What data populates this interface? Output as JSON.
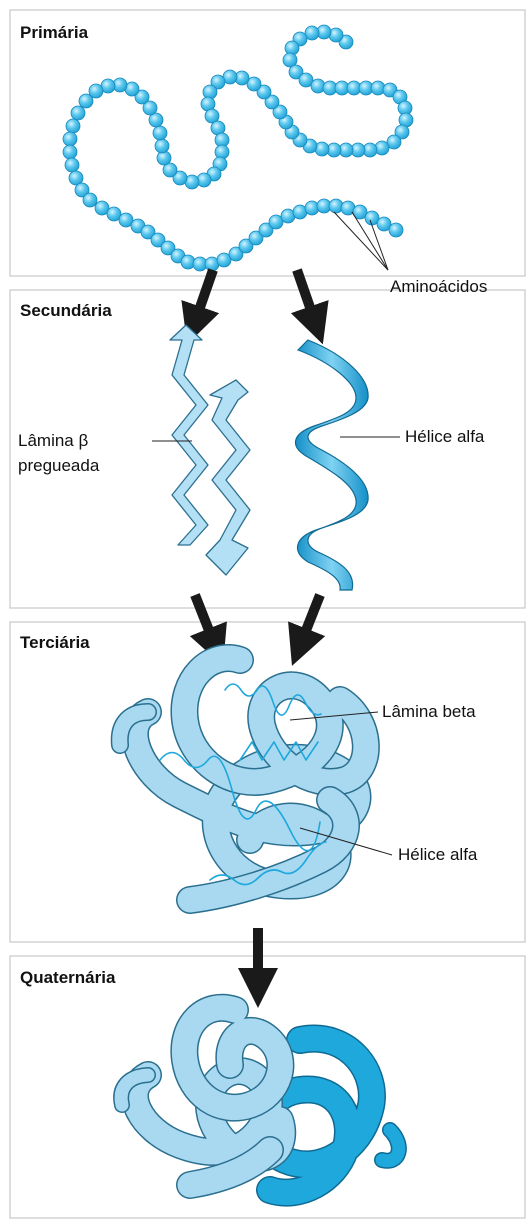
{
  "panels": {
    "primary": {
      "title": "Primária"
    },
    "secondary": {
      "title": "Secundária"
    },
    "tertiary": {
      "title": "Terciária"
    },
    "quaternary": {
      "title": "Quaternária"
    }
  },
  "labels": {
    "amino_acids": "Aminoácidos",
    "beta_sheet_line1": "Lâmina β",
    "beta_sheet_line2": "pregueada",
    "alpha_helix_secondary": "Hélice alfa",
    "beta_sheet_tertiary": "Lâmina beta",
    "alpha_helix_tertiary": "Hélice alfa"
  },
  "colors": {
    "bead": "#33b8e6",
    "bead_highlight": "#bfeeff",
    "sheet_fill": "#b3e0f5",
    "helix_fill": "#1fa8dc",
    "tertiary_fill": "#a8d9f0",
    "quaternary_light": "#a8d9f0",
    "quaternary_dark": "#1fa8dc",
    "panel_border": "#c7c7c7",
    "arrow": "#1a1a1a"
  }
}
